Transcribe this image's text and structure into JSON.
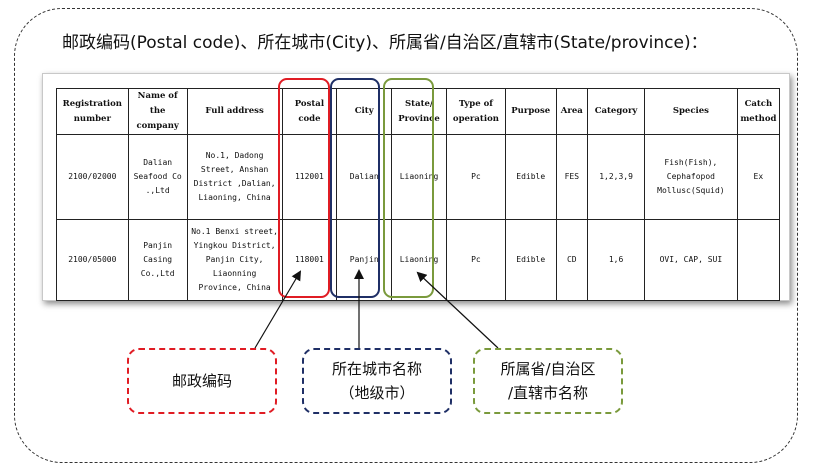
{
  "title": "邮政编码(Postal code)、所在城市(City)、所属省/自治区/直辖市(State/province)：",
  "table": {
    "headers": [
      "Registration number",
      "Name of the company",
      "Full address",
      "Postal code",
      "City",
      "State/ Province",
      "Type of operation",
      "Purpose",
      "Area",
      "Category",
      "Species",
      "Catch method"
    ],
    "rows": [
      [
        "2100/02000",
        "Dalian Seafood Co .,Ltd",
        "No.1, Dadong Street, Anshan District ,Dalian, Liaoning, China",
        "112001",
        "Dalian",
        "Liaoning",
        "Pc",
        "Edible",
        "FES",
        "1,2,3,9",
        "Fish(Fish), Cephafopod Mollusc(Squid)",
        "Ex"
      ],
      [
        "2100/05000",
        "Panjin Casing Co.,Ltd",
        "No.1 Benxi street, Yingkou District, Panjin City, Liaonning Province, China",
        "118001",
        "Panjin",
        "Liaoning",
        "Pc",
        "Edible",
        "CD",
        "1,6",
        "OVI, CAP, SUI",
        ""
      ]
    ]
  },
  "callouts": {
    "postal": "邮政编码",
    "city_line1": "所在城市名称",
    "city_line2": "（地级市）",
    "province_line1": "所属省/自治区",
    "province_line2": "/直辖市名称"
  },
  "colors": {
    "postal_highlight": "#e01c24",
    "city_highlight": "#1f2f66",
    "province_highlight": "#7a9a3c"
  }
}
